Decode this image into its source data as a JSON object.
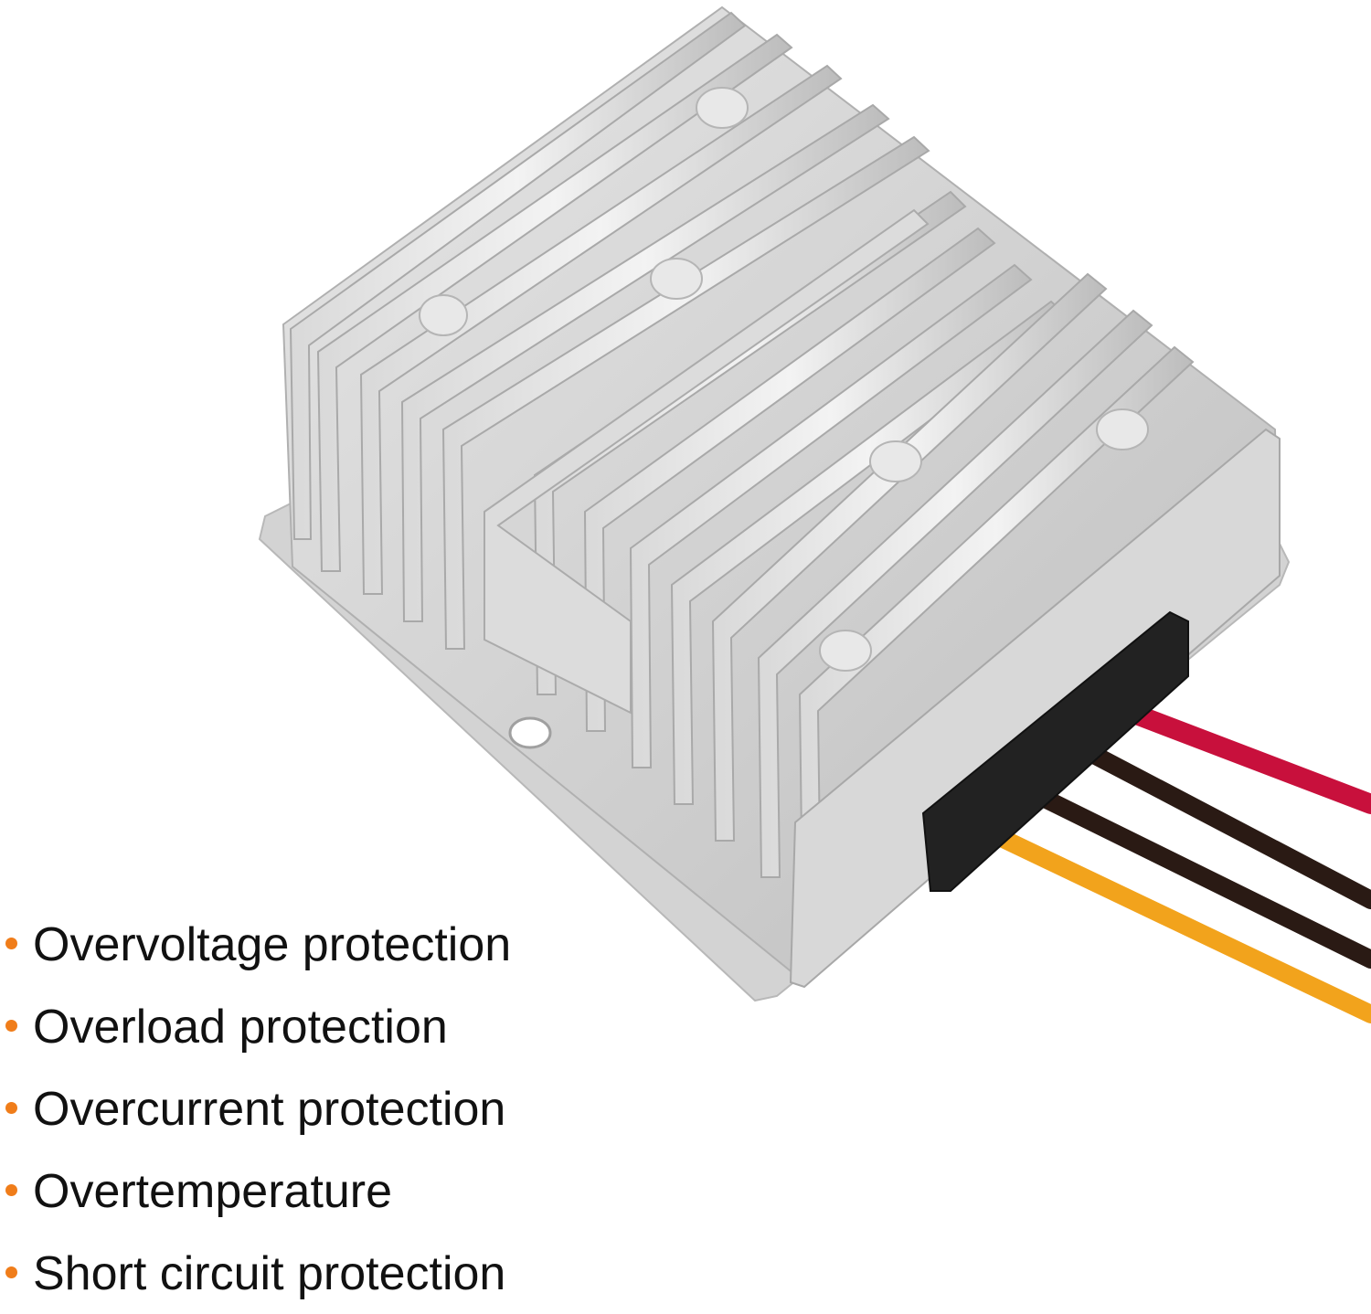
{
  "colors": {
    "bullet": "#f07d1a",
    "text": "#111111",
    "housing": "#c9c9c9",
    "wire_red": "#c8103c",
    "wire_black": "#2a1a14",
    "wire_yellow": "#f2a31c"
  },
  "features": [
    {
      "text": "Overvoltage protection"
    },
    {
      "text": "Overload protection"
    },
    {
      "text": "Overcurrent protection"
    },
    {
      "text": "Overtemperature"
    },
    {
      "text": "Short circuit protection"
    }
  ]
}
